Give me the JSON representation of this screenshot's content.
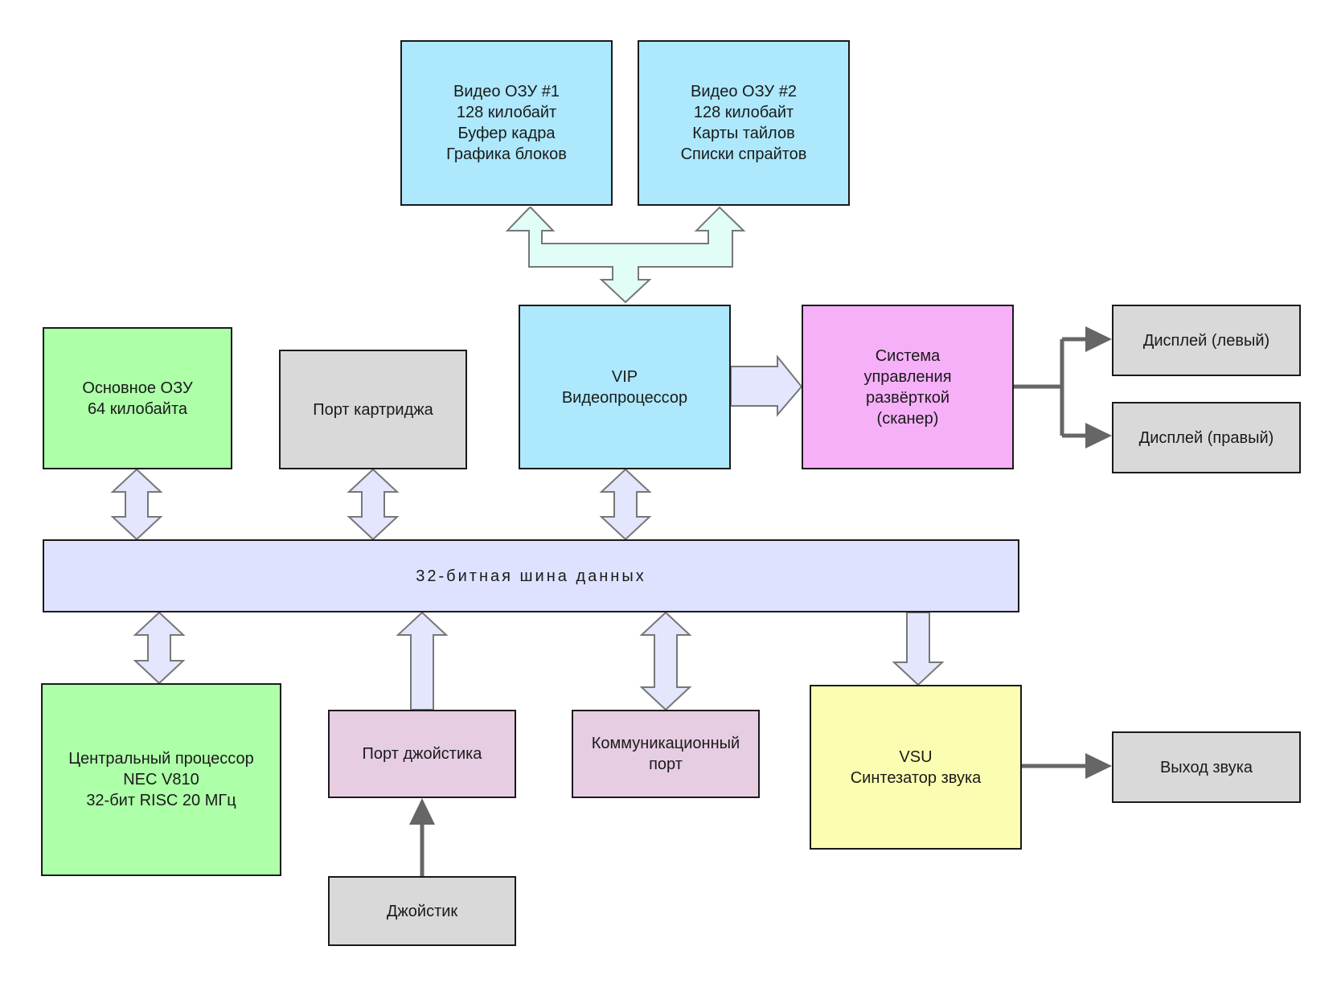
{
  "colors": {
    "video_ram": "#ade8fd",
    "ram_cpu": "#adffa8",
    "gray": "#d9d9d9",
    "scanner": "#f6b0f8",
    "port": "#e6cde2",
    "vsu": "#fbfdb0",
    "bus": "#dee2fe",
    "bus_arrow": "#e3e6fc",
    "vram_arrow": "#e0fdf8",
    "dark_arrow": "#666666"
  },
  "blocks": {
    "vram1": "Видео ОЗУ #1\n128 килобайт\nБуфер кадра\nГрафика блоков",
    "vram2": "Видео ОЗУ #2\n128 килобайт\nКарты тайлов\nСписки спрайтов",
    "main_ram": "Основное ОЗУ\n64 килобайта",
    "cartridge_port": "Порт картриджа",
    "vip": "VIP\nВидеопроцессор",
    "scanner": "Система\nуправления\nразвёрткой\n(сканер)",
    "display_left": "Дисплей (левый)",
    "display_right": "Дисплей (правый)",
    "bus": "32-битная шина данных",
    "cpu": "Центральный процессор\nNEC V810\n32-бит RISC 20 МГц",
    "joystick_port": "Порт джойстика",
    "comm_port": "Коммуникационный\nпорт",
    "vsu": "VSU\nСинтезатор звука",
    "audio_out": "Выход звука",
    "joystick": "Джойстик"
  }
}
